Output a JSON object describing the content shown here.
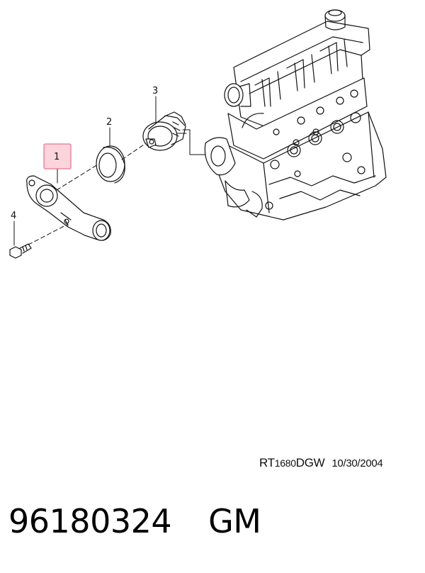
{
  "callouts": [
    {
      "id": "1",
      "label": "1",
      "highlighted": true
    },
    {
      "id": "2",
      "label": "2",
      "highlighted": false
    },
    {
      "id": "3",
      "label": "3",
      "highlighted": false
    },
    {
      "id": "4",
      "label": "4",
      "highlighted": false
    }
  ],
  "drawing_ref": {
    "prefix": "RT",
    "code": "1680",
    "suffix": "DGW",
    "date": "10/30/2004"
  },
  "part": {
    "number": "96180324",
    "brand": "GM"
  },
  "colors": {
    "highlight_fill": "#fbd4dc",
    "highlight_stroke": "#e05a78",
    "line": "#111111"
  }
}
